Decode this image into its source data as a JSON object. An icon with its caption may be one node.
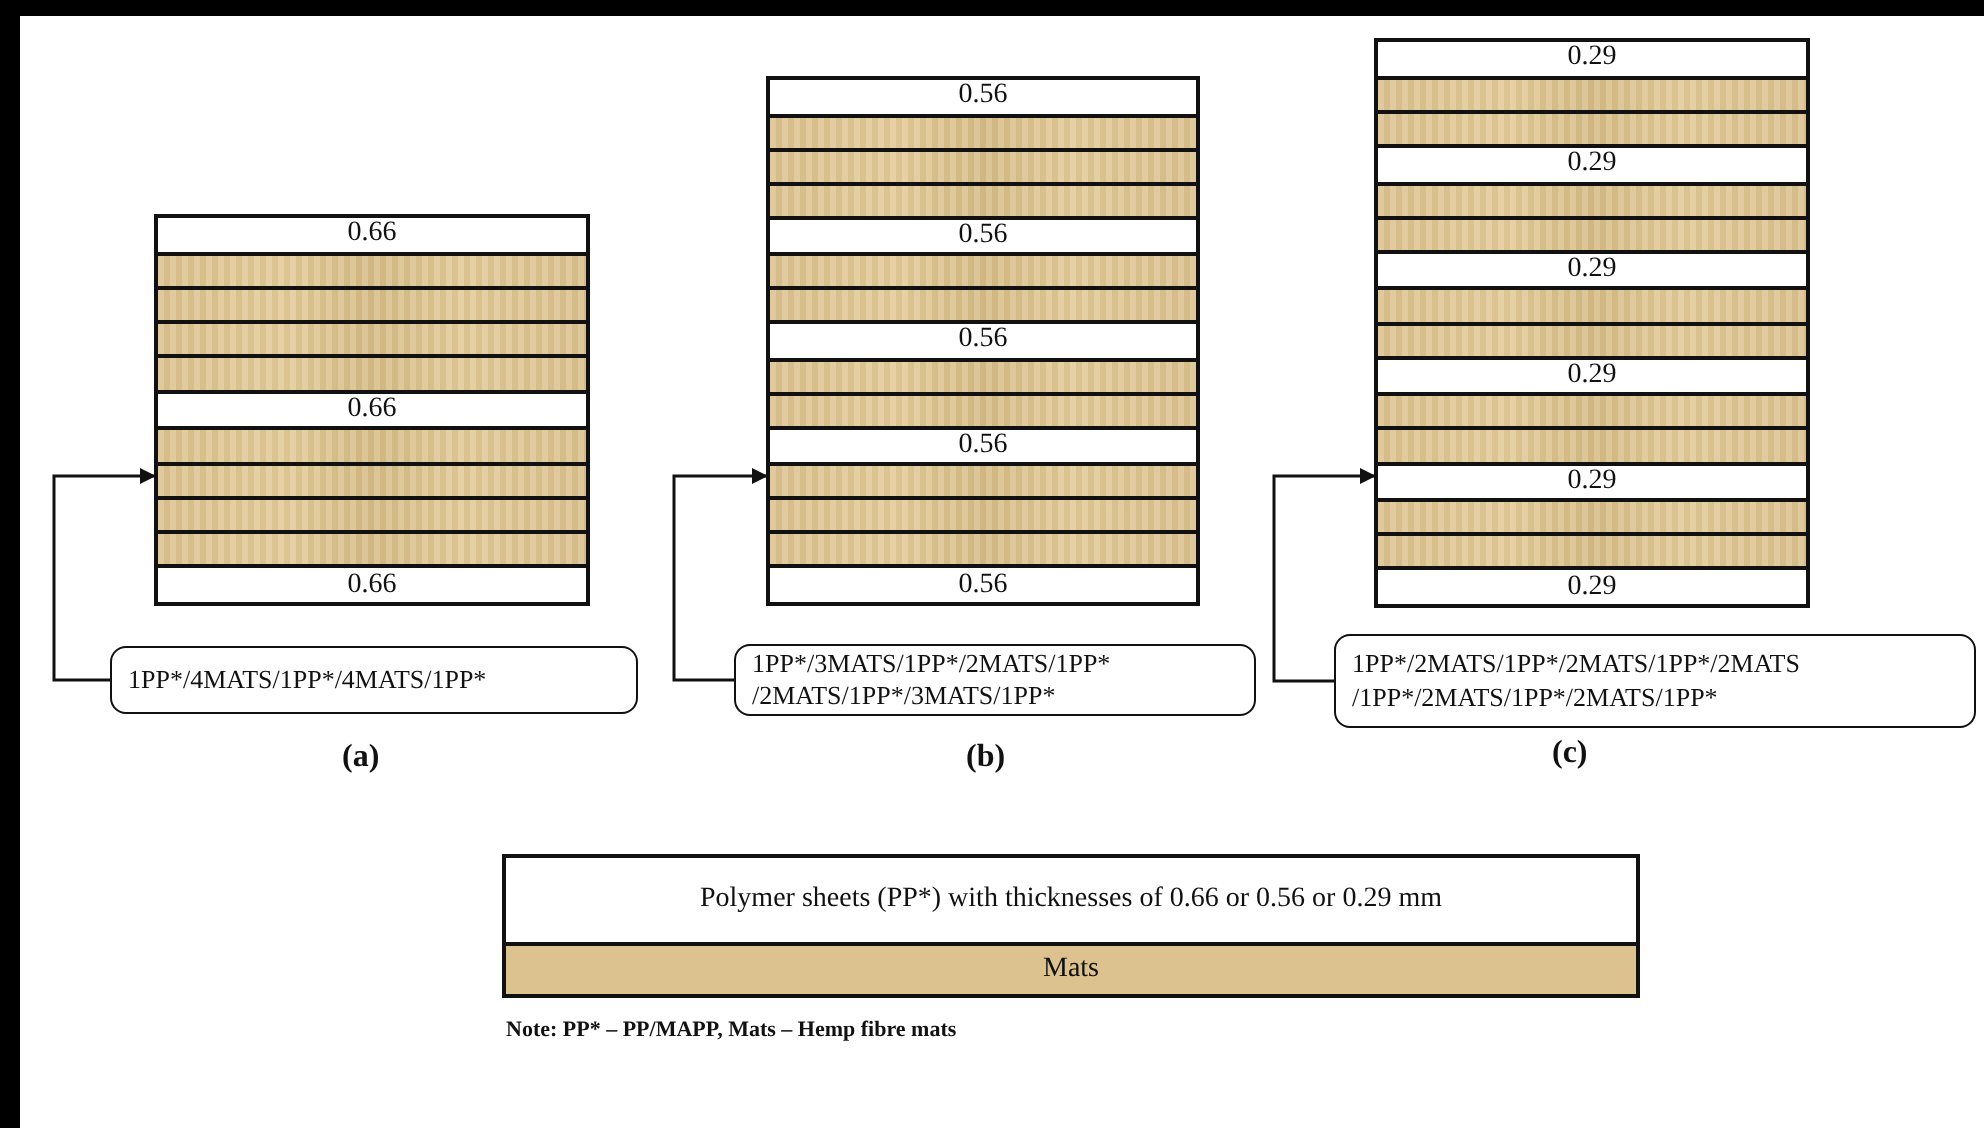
{
  "diagram": {
    "nodes": [
      {
        "text": [],
        "shape": "box"
      },
      {
        "text": [
          "0.66"
        ],
        "in": 0
      },
      {
        "text": [],
        "shape": "bar",
        "in": 0
      },
      {
        "text": [],
        "shape": "bar",
        "in": 0
      },
      {
        "text": [],
        "shape": "bar",
        "in": 0
      },
      {
        "text": [],
        "shape": "bar",
        "in": 0
      },
      {
        "text": [
          "0.66"
        ],
        "in": 0
      },
      {
        "text": [],
        "shape": "bar",
        "in": 0
      },
      {
        "text": [],
        "shape": "bar",
        "in": 0
      },
      {
        "text": [],
        "shape": "bar",
        "in": 0
      },
      {
        "text": [],
        "shape": "bar",
        "in": 0
      },
      {
        "text": [
          "0.66"
        ],
        "in": 0
      },
      {
        "text": [
          "1PP*/4MATS/1PP*/4MATS/1PP*"
        ]
      },
      {
        "text": [],
        "shape": "box"
      },
      {
        "text": [
          "0.56"
        ],
        "in": 13
      },
      {
        "text": [],
        "shape": "bar",
        "in": 13
      },
      {
        "text": [],
        "shape": "bar",
        "in": 13
      },
      {
        "text": [],
        "shape": "bar",
        "in": 13
      },
      {
        "text": [
          "0.56"
        ],
        "in": 13
      },
      {
        "text": [],
        "shape": "bar",
        "in": 13
      },
      {
        "text": [],
        "shape": "bar",
        "in": 13
      },
      {
        "text": [
          "0.56"
        ],
        "in": 13
      },
      {
        "text": [],
        "shape": "bar",
        "in": 13
      },
      {
        "text": [],
        "shape": "bar",
        "in": 13
      },
      {
        "text": [
          "0.56"
        ],
        "in": 13
      },
      {
        "text": [],
        "shape": "bar",
        "in": 13
      },
      {
        "text": [],
        "shape": "bar",
        "in": 13
      },
      {
        "text": [],
        "shape": "bar",
        "in": 13
      },
      {
        "text": [
          "0.56"
        ],
        "in": 13
      },
      {
        "text": [
          "1PP*/3MATS/1PP*/2MATS/1PP* /2MATS/1PP*/3MATS/1PP*"
        ]
      },
      {
        "text": [],
        "shape": "box"
      },
      {
        "text": [
          "0.29"
        ],
        "in": 30
      },
      {
        "text": [],
        "shape": "bar",
        "in": 30
      },
      {
        "text": [],
        "shape": "bar",
        "in": 30
      },
      {
        "text": [
          "0.29"
        ],
        "in": 30
      },
      {
        "text": [],
        "shape": "bar",
        "in": 30
      },
      {
        "text": [],
        "shape": "bar",
        "in": 30
      },
      {
        "text": [
          "0.29"
        ],
        "in": 30
      },
      {
        "text": [],
        "shape": "bar",
        "in": 30
      },
      {
        "text": [],
        "shape": "bar",
        "in": 30
      },
      {
        "text": [
          "0.29"
        ],
        "in": 30
      },
      {
        "text": [],
        "shape": "bar",
        "in": 30
      },
      {
        "text": [],
        "shape": "bar",
        "in": 30
      },
      {
        "text": [
          "0.29"
        ],
        "in": 30
      },
      {
        "text": [],
        "shape": "bar",
        "in": 30
      },
      {
        "text": [],
        "shape": "bar",
        "in": 30
      },
      {
        "text": [
          "0.29"
        ],
        "in": 30
      },
      {
        "text": [
          "1PP*/2MATS/1PP*/2MATS/1PP*/2MATS /1PP*/2MATS/1PP*/2MATS/1PP*"
        ]
      }
    ],
    "edges": [
      {
        "from": 12,
        "to": 0,
        "arrow": "to"
      },
      {
        "from": 29,
        "to": 13,
        "arrow": "to"
      },
      {
        "from": 47,
        "to": 30,
        "arrow": "to"
      }
    ],
    "labels": [
      "(a)",
      "(b)",
      "(c)",
      "Note: PP* – PP/MAPP, Mats – Hemp fibre mats"
    ],
    "legend": [
      {
        "text": "Polymer sheets (PP*) with thicknesses of 0.66 or 0.56 or 0.29 mm",
        "color": "#ffffff"
      },
      {
        "text": "Mats",
        "color": "#dcc28e"
      }
    ]
  }
}
